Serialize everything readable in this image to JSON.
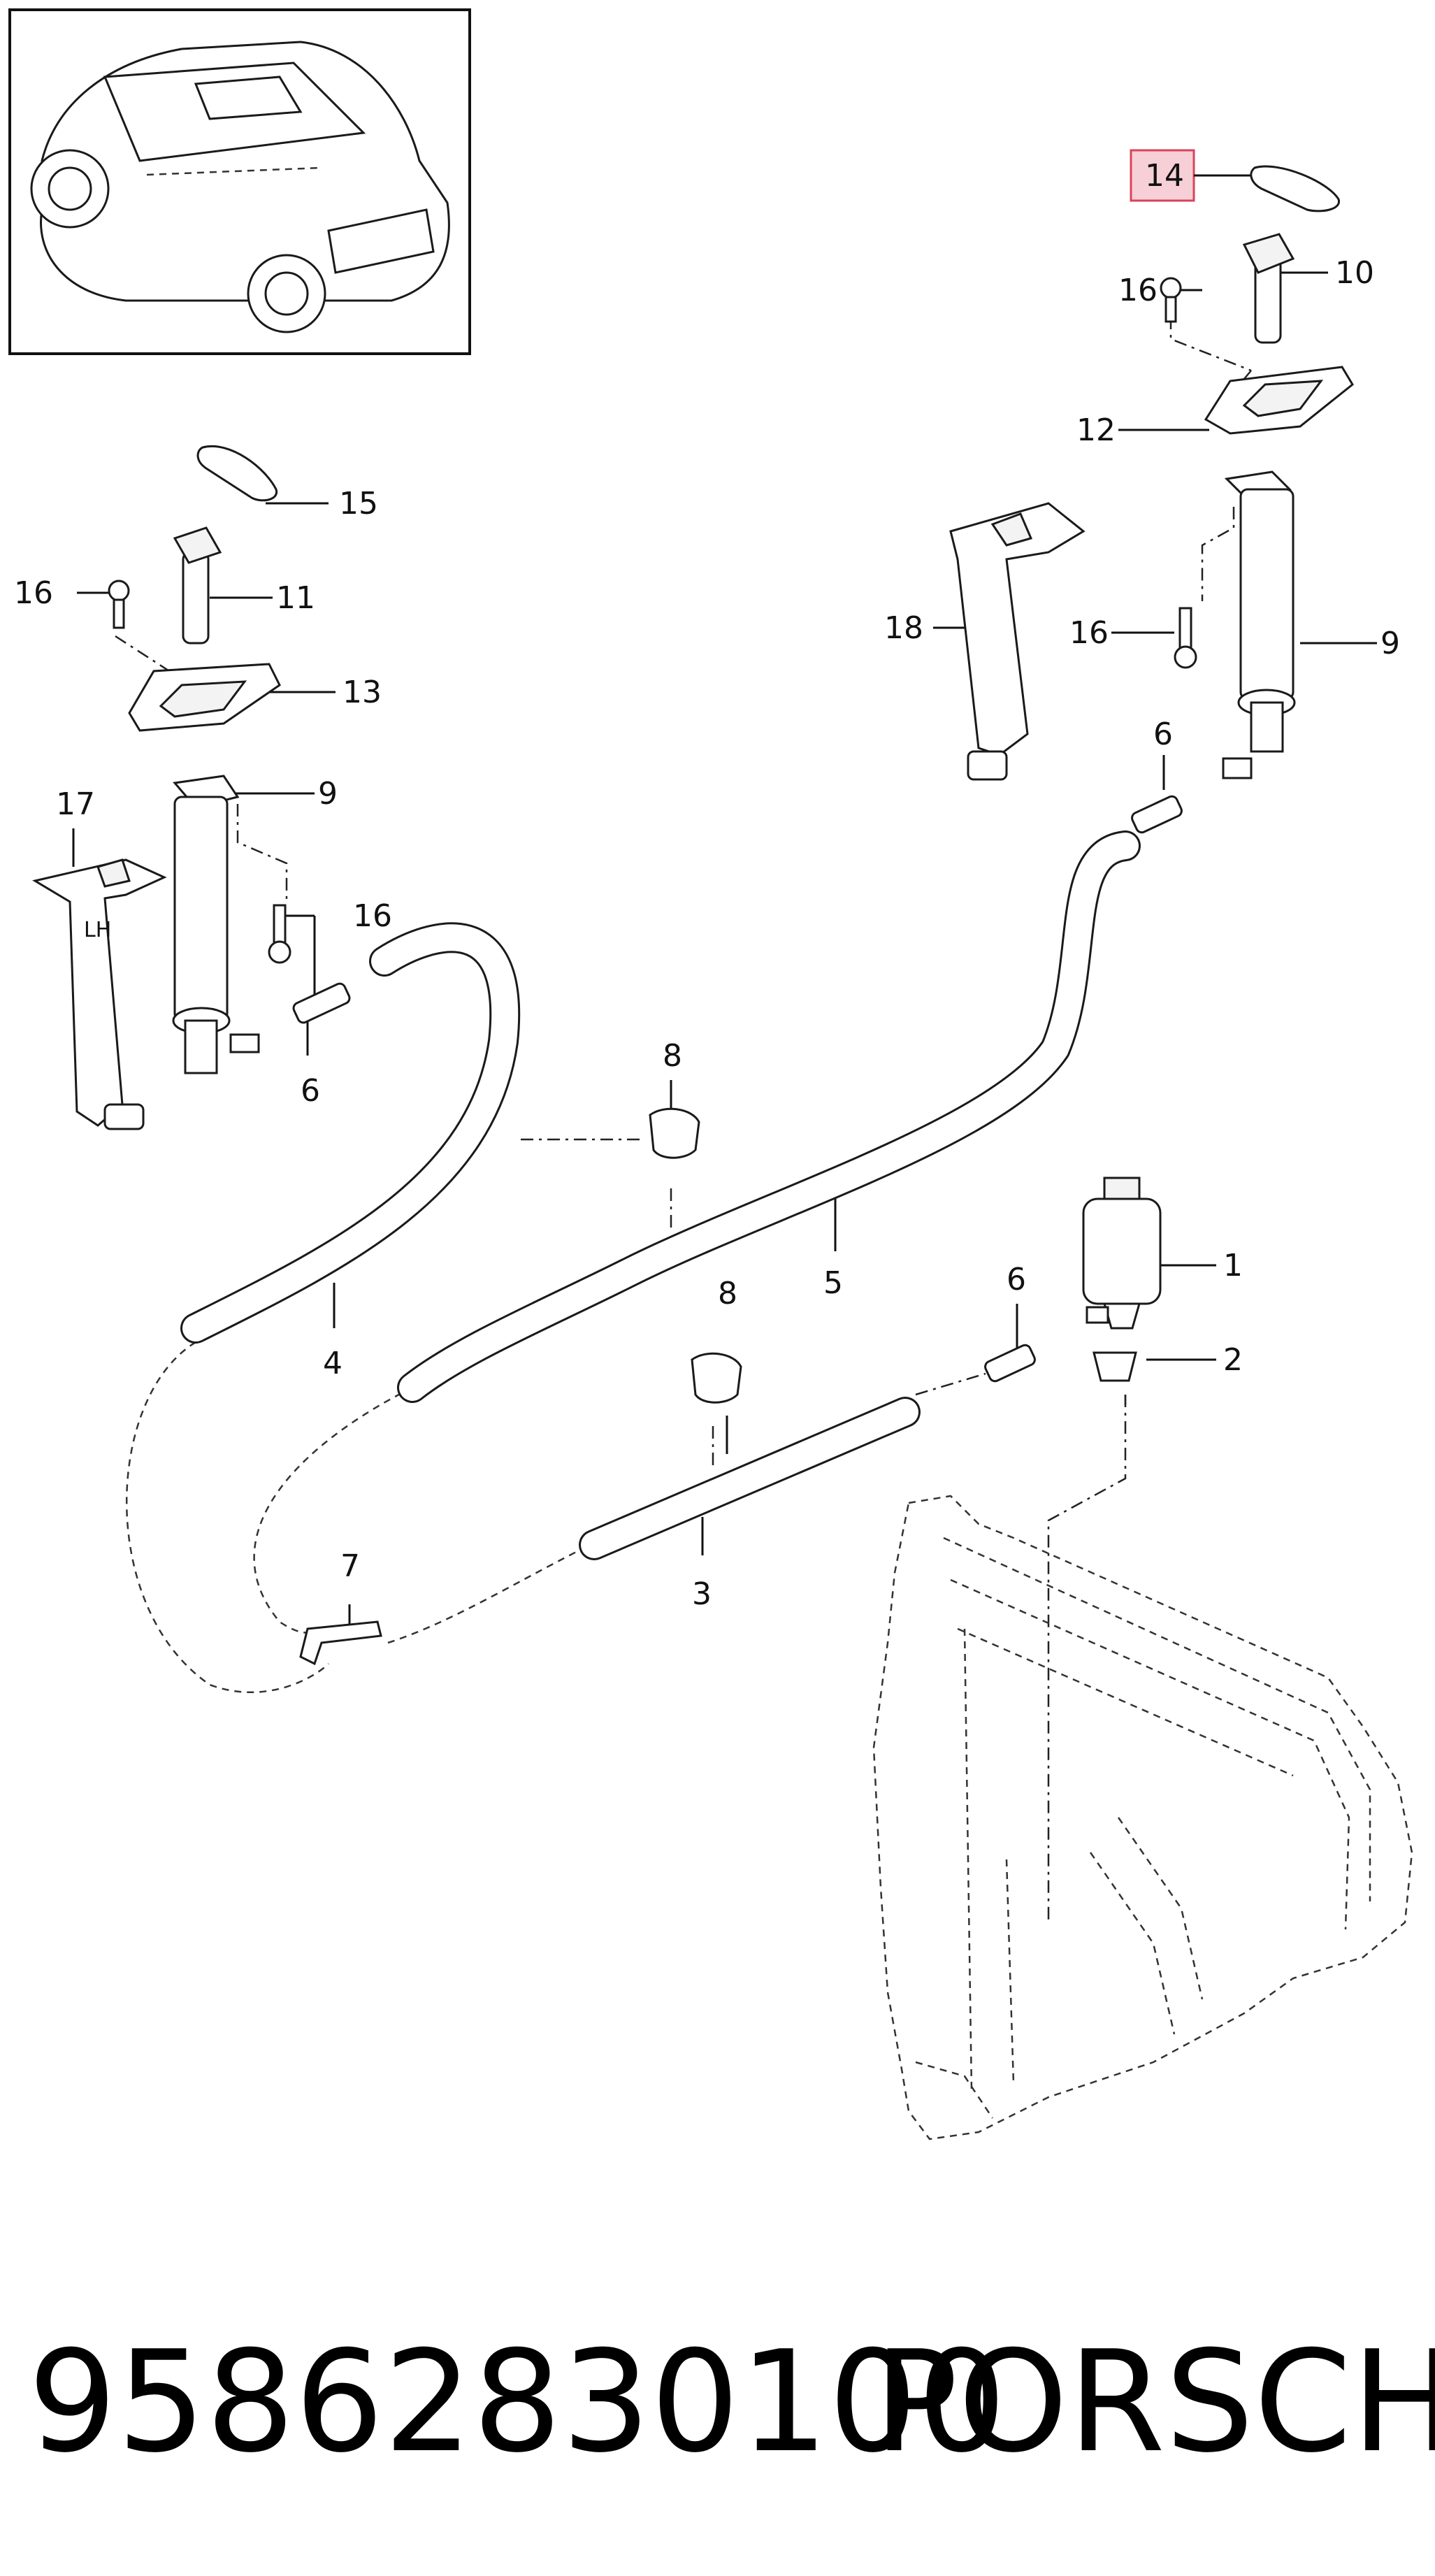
{
  "part_number": "95862830100",
  "brand": "PORSCHE",
  "callouts": {
    "c1": "1",
    "c2": "2",
    "c3": "3",
    "c4": "4",
    "c5": "5",
    "c6a": "6",
    "c6b": "6",
    "c6c": "6",
    "c7": "7",
    "c8a": "8",
    "c8b": "8",
    "c9a": "9",
    "c9b": "9",
    "c10": "10",
    "c11": "11",
    "c12": "12",
    "c13": "13",
    "c14": "14",
    "c15": "15",
    "c16a": "16",
    "c16b": "16",
    "c16c": "16",
    "c16d": "16",
    "c17": "17",
    "c18": "18"
  },
  "nozzle_label": "LH",
  "colors": {
    "highlight_fill": "#f6d0d6",
    "highlight_border": "#d9435b",
    "line": "#1a1a1a"
  }
}
